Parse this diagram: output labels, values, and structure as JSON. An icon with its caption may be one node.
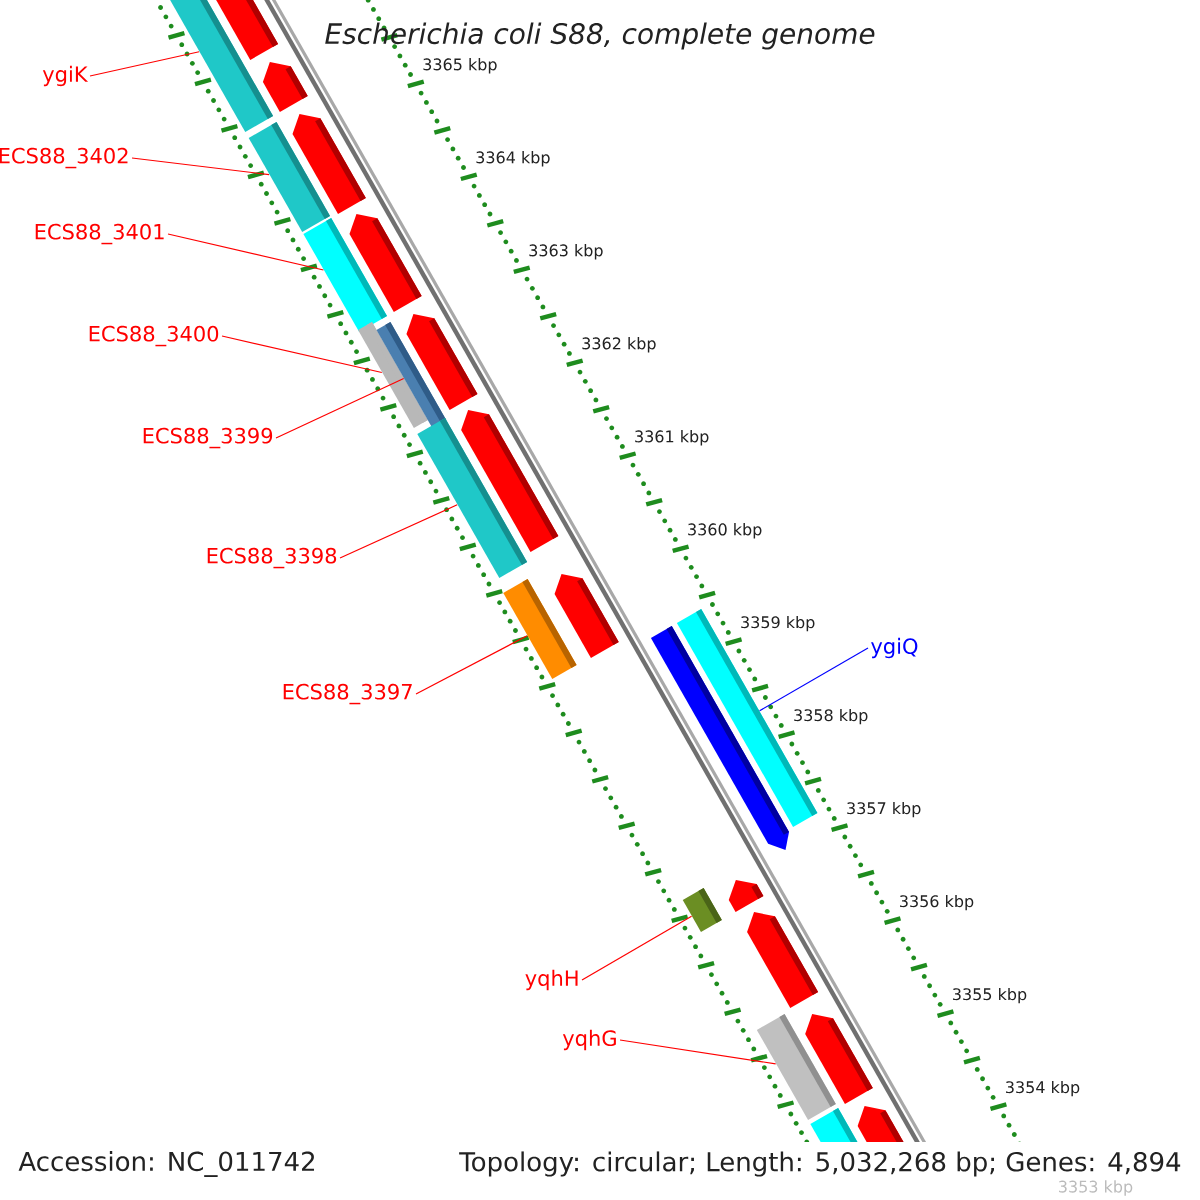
{
  "diagram": {
    "title": "Escherichia coli S88, complete genome",
    "nodes": [
      {
        "text": [
          "ygiK"
        ]
      },
      {
        "text": [
          "ECS88_3402"
        ]
      },
      {
        "text": [
          "ECS88_3401"
        ]
      },
      {
        "text": [
          "ECS88_3400"
        ]
      },
      {
        "text": [
          "ECS88_3399"
        ]
      },
      {
        "text": [
          "ECS88_3398"
        ]
      },
      {
        "text": [
          "ECS88_3397"
        ]
      },
      {
        "text": [
          "ygiQ"
        ]
      },
      {
        "text": [
          "yqhH"
        ]
      },
      {
        "text": [
          "yqhG"
        ]
      },
      {
        "text": [],
        "shape": "bar"
      },
      {
        "text": [],
        "shape": "bar"
      },
      {
        "text": [],
        "shape": "bar"
      },
      {
        "text": [],
        "shape": "bar"
      },
      {
        "text": [],
        "shape": "bar"
      },
      {
        "text": [],
        "shape": "bar"
      },
      {
        "text": [],
        "shape": "bar"
      },
      {
        "text": [],
        "shape": "bar"
      },
      {
        "text": [],
        "shape": "bar"
      },
      {
        "text": [],
        "shape": "bar"
      },
      {
        "text": [],
        "shape": "bar"
      }
    ],
    "edges": [
      {
        "from": 0,
        "to": 10,
        "arrow": "none"
      },
      {
        "from": 1,
        "to": 11,
        "arrow": "none"
      },
      {
        "from": 2,
        "to": 12,
        "arrow": "none"
      },
      {
        "from": 3,
        "to": 13,
        "arrow": "none"
      },
      {
        "from": 4,
        "to": 14,
        "arrow": "none"
      },
      {
        "from": 5,
        "to": 15,
        "arrow": "none"
      },
      {
        "from": 6,
        "to": 16,
        "arrow": "none"
      },
      {
        "from": 7,
        "to": 17,
        "arrow": "none",
        "color": "#0000ff"
      },
      {
        "from": 8,
        "to": 18,
        "arrow": "none"
      },
      {
        "from": 9,
        "to": 19,
        "arrow": "none"
      }
    ],
    "labels": [
      "3365 kbp",
      "3364 kbp",
      "3363 kbp",
      "3362 kbp",
      "3361 kbp",
      "3360 kbp",
      "3359 kbp",
      "3358 kbp",
      "3357 kbp",
      "3356 kbp",
      "3355 kbp",
      "3354 kbp",
      "3353 kbp",
      "Accession: NC_011742",
      "Topology: circular; Length: 5,032,268 bp; Genes: 4,894"
    ]
  }
}
